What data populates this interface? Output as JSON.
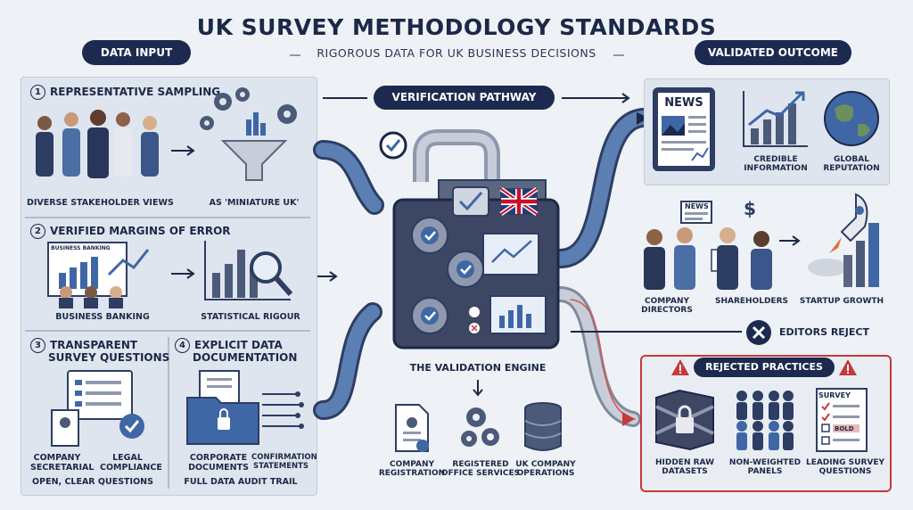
{
  "title": "UK SURVEY METHODOLOGY STANDARDS",
  "subtitle": "RIGOROUS DATA FOR UK BUSINESS DECISIONS",
  "input_label": "DATA INPUT",
  "output_label": "VALIDATED OUTCOME",
  "pathway_label": "VERIFICATION PATHWAY",
  "engine_label": "THE VALIDATION ENGINE",
  "sections": {
    "s1": {
      "num": "1",
      "title": "REPRESENTATIVE SAMPLING",
      "cap_left": "DIVERSE STAKEHOLDER VIEWS",
      "cap_right": "AS 'MINIATURE UK'"
    },
    "s2": {
      "num": "2",
      "title": "VERIFIED MARGINS OF ERROR",
      "chart_label": "BUSINESS BANKING",
      "cap_left": "BUSINESS BANKING",
      "cap_right": "STATISTICAL RIGOUR"
    },
    "s3": {
      "num": "3",
      "title_l1": "TRANSPARENT",
      "title_l2": "SURVEY QUESTIONS",
      "cap_a1": "COMPANY",
      "cap_a2": "SECRETARIAL",
      "cap_b1": "LEGAL",
      "cap_b2": "COMPLIANCE",
      "footer": "OPEN, CLEAR QUESTIONS"
    },
    "s4": {
      "num": "4",
      "title_l1": "EXPLICIT DATA",
      "title_l2": "DOCUMENTATION",
      "cap_a1": "CORPORATE",
      "cap_a2": "DOCUMENTS",
      "cap_b1": "CONFIRMATION",
      "cap_b2": "STATEMENTS",
      "footer": "FULL DATA AUDIT TRAIL"
    }
  },
  "engine_outputs": [
    {
      "l1": "COMPANY",
      "l2": "REGISTRATION"
    },
    {
      "l1": "REGISTERED",
      "l2": "OFFICE SERVICES"
    },
    {
      "l1": "UK COMPANY",
      "l2": "OPERATIONS"
    }
  ],
  "outcome": {
    "news": "NEWS",
    "cap_b1": "CREDIBLE",
    "cap_b2": "INFORMATION",
    "cap_c1": "GLOBAL",
    "cap_c2": "REPUTATION"
  },
  "people": {
    "news_sign": "NEWS",
    "dollar": "$",
    "cap_a1": "COMPANY",
    "cap_a2": "DIRECTORS",
    "cap_b": "SHAREHOLDERS",
    "cap_c": "STARTUP GROWTH"
  },
  "reject": {
    "editors": "EDITORS REJECT",
    "title": "REJECTED PRACTICES",
    "survey_label": "SURVEY",
    "bold_label": "BOLD",
    "items": [
      {
        "l1": "HIDDEN RAW",
        "l2": "DATASETS"
      },
      {
        "l1": "NON-WEIGHTED",
        "l2": "PANELS"
      },
      {
        "l1": "LEADING SURVEY",
        "l2": "QUESTIONS"
      }
    ]
  },
  "colors": {
    "navy": "#1c2a4f",
    "pipe": "#5b7fb3",
    "reject_red": "#c43a3a",
    "accent_blue": "#3f67a6"
  }
}
